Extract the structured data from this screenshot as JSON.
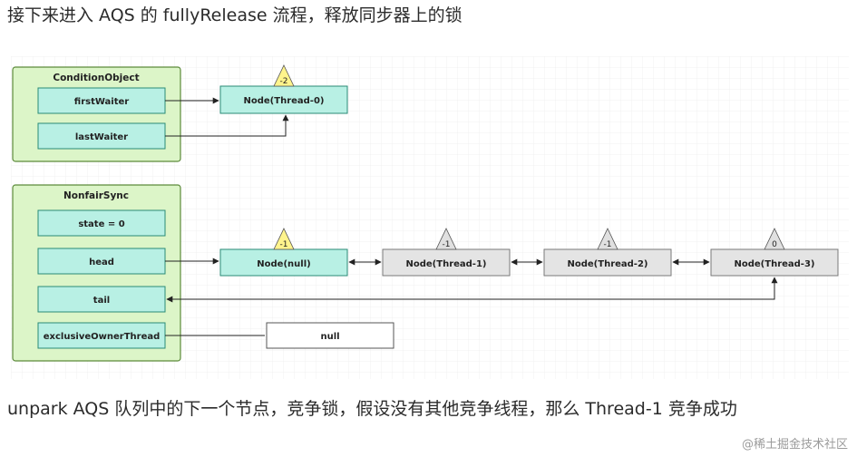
{
  "heading": "接下来进入 AQS 的 fullyRelease 流程，释放同步器上的锁",
  "paragraph": "unpark AQS 队列中的下一个节点，竞争锁，假设没有其他竞争线程，那么 Thread-1 竞争成功",
  "watermark": "@稀土掘金技术社区",
  "condition_object": {
    "title": "ConditionObject",
    "fields": [
      "firstWaiter",
      "lastWaiter"
    ]
  },
  "nonfair_sync": {
    "title": "NonfairSync",
    "fields": [
      "state = 0",
      "head",
      "tail",
      "exclusiveOwnerThread"
    ]
  },
  "condition_node": {
    "label": "Node(Thread-0)",
    "status": "-2"
  },
  "queue_nodes": [
    {
      "label": "Node(null)",
      "status": "-1"
    },
    {
      "label": "Node(Thread-1)",
      "status": "-1"
    },
    {
      "label": "Node(Thread-2)",
      "status": "-1"
    },
    {
      "label": "Node(Thread-3)",
      "status": "0"
    }
  ],
  "owner_value": "null",
  "colors": {
    "group_fill": "#dcf5c8",
    "group_stroke": "#5c8a3a",
    "field_fill": "#b8f0e4",
    "field_stroke": "#2a8a76",
    "active_node_fill": "#b8f0e4",
    "active_node_stroke": "#2a8a76",
    "inactive_node_fill": "#e4e4e4",
    "inactive_node_stroke": "#7a7a7a",
    "yellow_triangle": "#fff48c",
    "gray_triangle": "#e0e0e0"
  }
}
